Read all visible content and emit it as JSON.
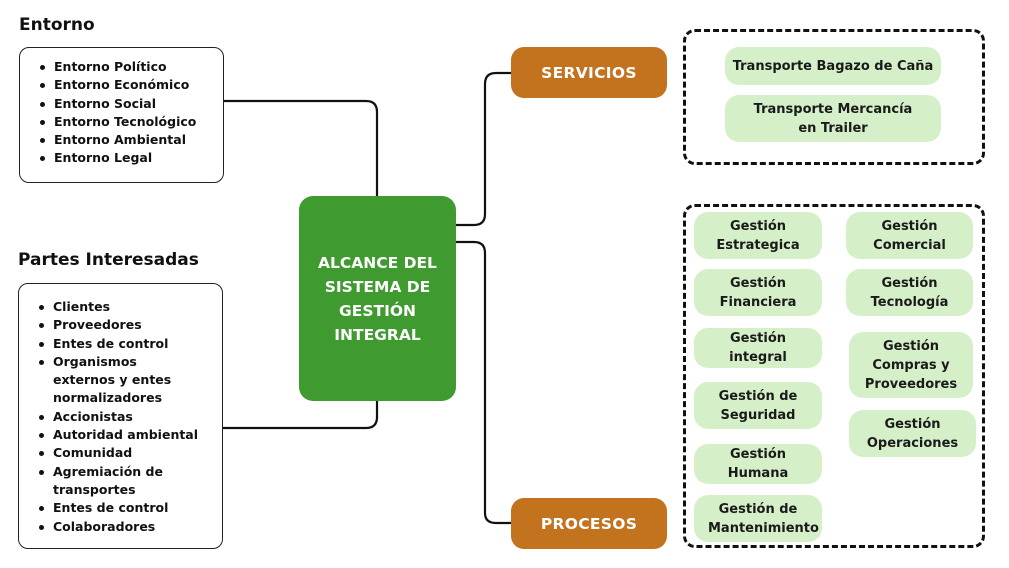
{
  "entorno": {
    "title": "Entorno",
    "items": [
      "Entorno Político",
      "Entorno Económico",
      "Entorno Social",
      "Entorno Tecnológico",
      "Entorno Ambiental",
      "Entorno Legal"
    ]
  },
  "partes_interesadas": {
    "title": "Partes Interesadas",
    "items": [
      "Clientes",
      "Proveedores",
      "Entes de control",
      "Organismos externos y entes normalizadores",
      "Accionistas",
      "Autoridad ambiental",
      "Comunidad",
      "Agremiación de transportes",
      "Entes de control",
      "Colaboradores"
    ]
  },
  "center": {
    "label": "ALCANCE DEL SISTEMA DE GESTIÓN INTEGRAL",
    "color": "#3f9a2f"
  },
  "servicios": {
    "label": "SERVICIOS",
    "color": "#c3721e",
    "items": [
      "Transporte Bagazo de Caña",
      "Transporte Mercancía en Trailer"
    ]
  },
  "procesos": {
    "label": "PROCESOS",
    "color": "#c3721e",
    "left_column": [
      "Gestión Estrategica",
      "Gestión Financiera",
      "Gestión integral",
      "Gestión de Seguridad",
      "Gestión Humana",
      "Gestión de Mantenimiento"
    ],
    "right_column": [
      "Gestión Comercial",
      "Gestión Tecnología",
      "Gestión Compras y Proveedores",
      "Gestión Operaciones"
    ]
  },
  "colors": {
    "pill_fill": "#d5f0c8",
    "connector": "#111111"
  }
}
